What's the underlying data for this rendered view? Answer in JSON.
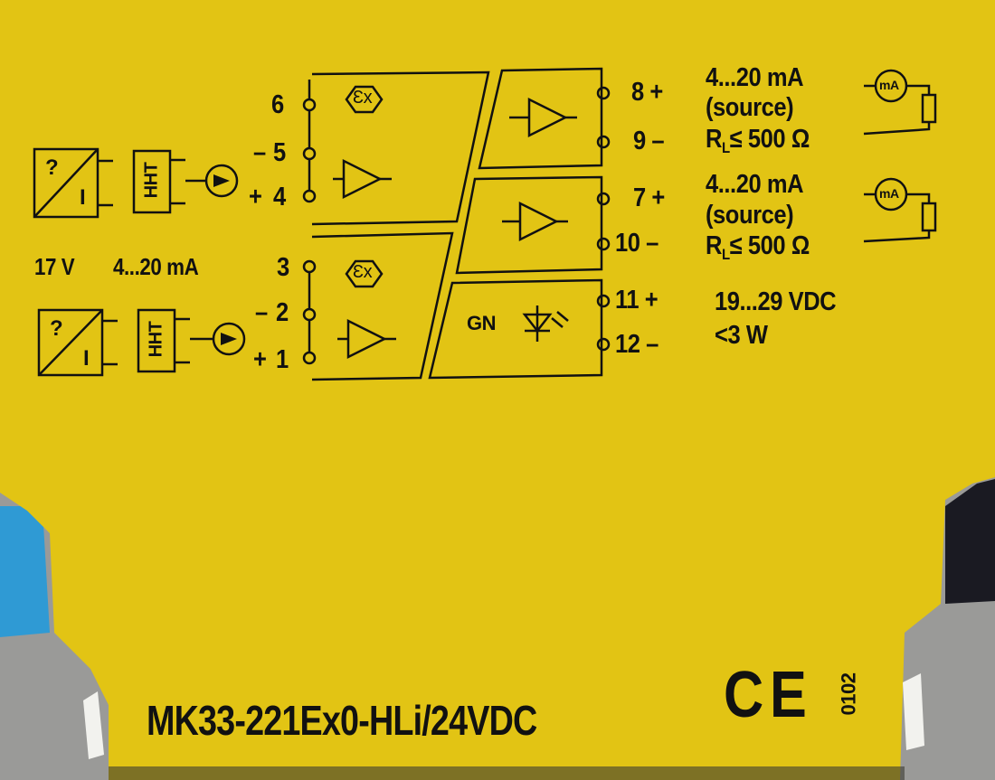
{
  "colors": {
    "housing_yellow": "#e2c414",
    "print_black": "#111111",
    "background_gray": "#9a9a98",
    "terminal_blue": "#2f9ad4",
    "dark_gap": "#1a1a22",
    "clip_white": "#f2f2ee"
  },
  "left_side": {
    "channel_top": {
      "terminals": [
        {
          "num": "6",
          "sign": ""
        },
        {
          "num": "5",
          "sign": "–"
        },
        {
          "num": "4",
          "sign": "+"
        }
      ],
      "icons": [
        "transmitter-icon",
        "hart-icon",
        "current-source-icon",
        "ex-icon",
        "amplifier-icon"
      ],
      "hart_text": "HHT"
    },
    "supply_label": "17 V",
    "current_label": "4...20 mA",
    "channel_bottom": {
      "terminals": [
        {
          "num": "3",
          "sign": ""
        },
        {
          "num": "2",
          "sign": "–"
        },
        {
          "num": "1",
          "sign": "+"
        }
      ],
      "hart_text": "HHT"
    },
    "transmitter_symbol": {
      "top": "?",
      "bottom": "I"
    }
  },
  "right_side": {
    "output_1": {
      "plus": "8 +",
      "minus": "9 –",
      "range": "4...20 mA",
      "mode": "(source)",
      "load_prefix": "R",
      "load_sub": "L",
      "load_suffix": "≤ 500 Ω",
      "meter": "mA"
    },
    "output_2": {
      "plus": "7 +",
      "minus": "10 –",
      "range": "4...20 mA",
      "mode": "(source)",
      "load_prefix": "R",
      "load_sub": "L",
      "load_suffix": "≤ 500 Ω",
      "meter": "mA"
    },
    "power": {
      "plus": "11 +",
      "minus": "12 –",
      "voltage": "19...29 VDC",
      "power": "<3 W",
      "led_label": "GN"
    }
  },
  "footer": {
    "model": "MK33-221Ex0-HLi/24VDC",
    "ce_mark": "CE",
    "notified_body": "0102"
  }
}
